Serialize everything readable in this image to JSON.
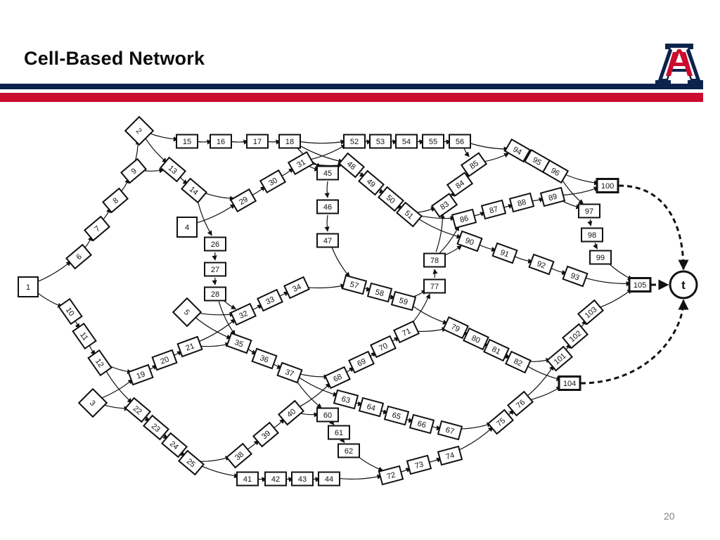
{
  "slide": {
    "title": "Cell-Based Network",
    "page_number": "20"
  },
  "logo": {
    "icon": "university-a-logo",
    "letter": "A",
    "colors": {
      "navy": "#0c234b",
      "red": "#cc0c2f"
    }
  },
  "diagram": {
    "sink_label": "t",
    "nodes": [
      "1",
      "2",
      "3",
      "4",
      "5",
      "6",
      "7",
      "8",
      "9",
      "10",
      "11",
      "12",
      "13",
      "14",
      "15",
      "16",
      "17",
      "18",
      "19",
      "20",
      "21",
      "22",
      "23",
      "24",
      "25",
      "26",
      "27",
      "28",
      "29",
      "30",
      "31",
      "32",
      "33",
      "34",
      "35",
      "36",
      "37",
      "38",
      "39",
      "40",
      "41",
      "42",
      "43",
      "44",
      "45",
      "46",
      "47",
      "48",
      "49",
      "50",
      "51",
      "52",
      "53",
      "54",
      "55",
      "56",
      "57",
      "58",
      "59",
      "60",
      "61",
      "62",
      "63",
      "64",
      "65",
      "66",
      "67",
      "68",
      "69",
      "70",
      "71",
      "72",
      "73",
      "74",
      "75",
      "76",
      "77",
      "78",
      "79",
      "80",
      "81",
      "82",
      "83",
      "84",
      "85",
      "86",
      "87",
      "88",
      "89",
      "90",
      "91",
      "92",
      "93",
      "94",
      "95",
      "96",
      "97",
      "98",
      "99",
      "100",
      "101",
      "102",
      "103",
      "104",
      "105",
      "t"
    ]
  }
}
